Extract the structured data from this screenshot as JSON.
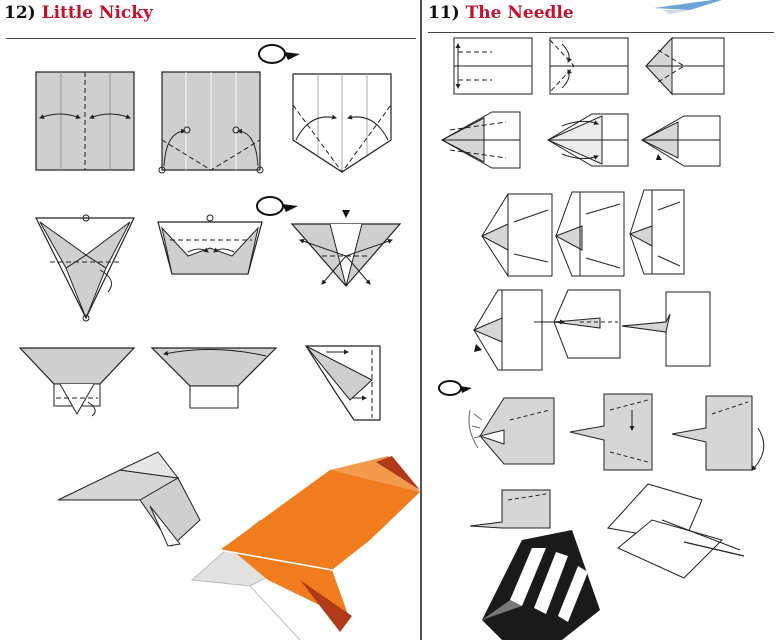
{
  "left": {
    "title_number": "12)",
    "title_name": "Little Nicky"
  },
  "right": {
    "title_number": "11)",
    "title_name": "The Needle"
  },
  "colors": {
    "title_red": "#c8102e",
    "paper_gray": "#cfcfcf",
    "paper_orange": "#f07c1e",
    "paper_dark_red": "#b03a1a"
  },
  "icons": {
    "flip_over": "flip-arrow-icon",
    "push_down": "triangle-arrow-icon"
  }
}
